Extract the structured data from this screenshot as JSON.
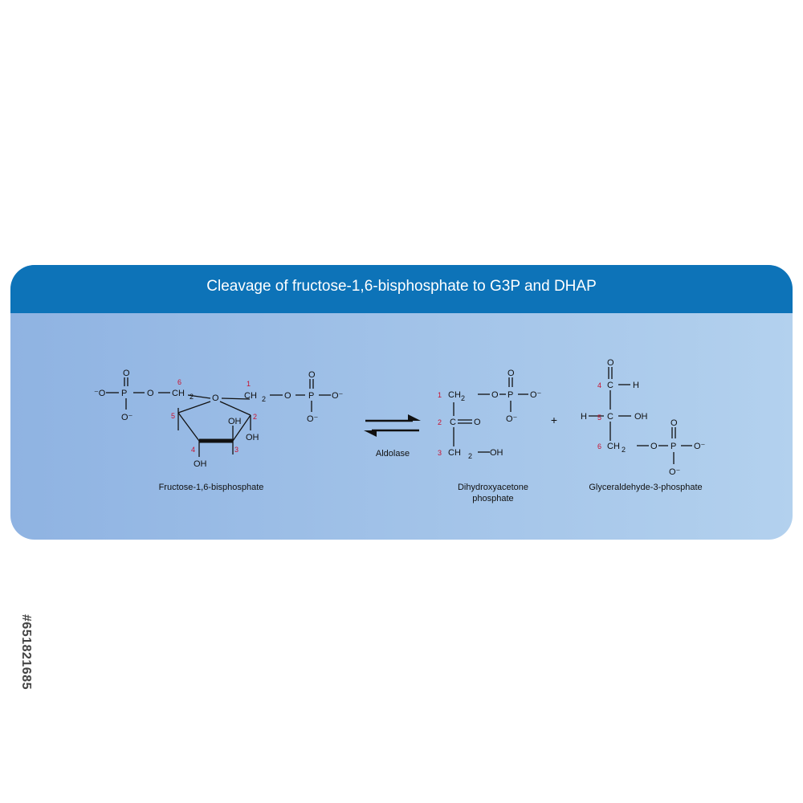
{
  "diagram": {
    "title": "Cleavage of fructose-1,6-bisphosphate to G3P and DHAP",
    "enzyme": "Aldolase",
    "plus": "+",
    "compounds": {
      "fbp": "Fructose-1,6-bisphosphate",
      "dhap_line1": "Dihydroxyacetone",
      "dhap_line2": "phosphate",
      "g3p": "Glyceraldehyde-3-phosphate"
    },
    "atoms": {
      "O": "O",
      "P": "P",
      "C": "C",
      "H": "H",
      "OH": "OH",
      "CH": "CH",
      "Ominus": "O⁻",
      "minusO": "⁻O",
      "sub2": "2"
    },
    "numbers": [
      "1",
      "2",
      "3",
      "4",
      "5",
      "6"
    ]
  },
  "watermark": "#651821685",
  "colors": {
    "header": "#0d73b8",
    "number": "#c8102e",
    "bond": "#111111"
  }
}
